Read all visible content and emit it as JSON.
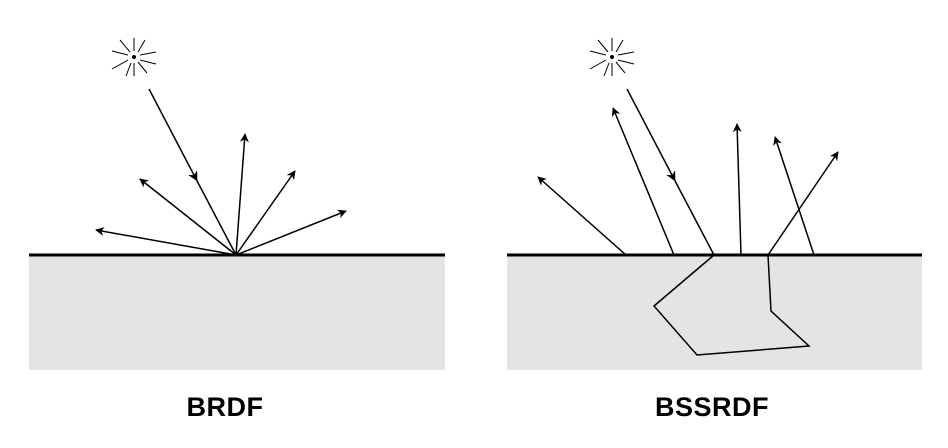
{
  "panels": [
    {
      "label": "BRDF",
      "description_type": "surface-reflection"
    },
    {
      "label": "BSSRDF",
      "description_type": "subsurface-scattering"
    }
  ],
  "colors": {
    "material": "#e4e4e4",
    "line": "#000000",
    "background": "#ffffff"
  }
}
